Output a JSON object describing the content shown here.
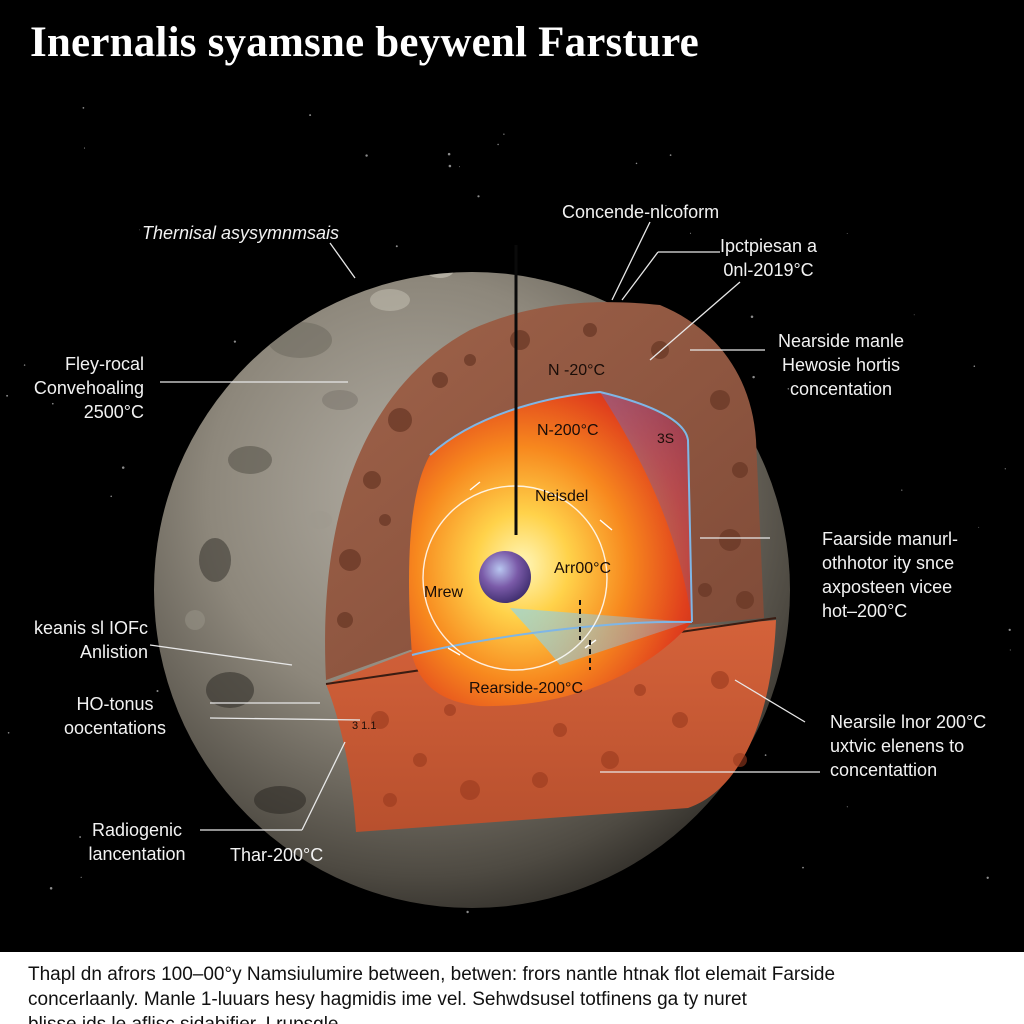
{
  "title": "Inernalis  syamsne beywenl Farsture",
  "labels": {
    "thermal_asym": "Thernisal asysymnmsais",
    "concentration_top": "Concende-nlcoform",
    "top_right": [
      "Ipctpiesan a",
      "0nl-2019°C"
    ],
    "nearside_mantle": [
      "Nearside manle",
      "Hewosie hortis",
      "concentation"
    ],
    "fley_rocal": [
      "Fley-rocal",
      "Convehoaling",
      "2500°C"
    ],
    "farside_mantle": [
      "Faarside manurl-",
      "othhotor ity snce",
      "axposteen vicee",
      "hot–200°C"
    ],
    "keanis": [
      "keanis sl IOFc",
      "Anlistion"
    ],
    "ho_concentrations": [
      "HO-tonus",
      "oocentations"
    ],
    "nearside_inor": [
      "Nearsile lnor 200°C",
      "uxtvic elenens to",
      "concentattion"
    ],
    "radiogenic": [
      "Radiogenic",
      "lancentation"
    ],
    "thar": "Thar-200°C"
  },
  "inner_labels": {
    "n_20": "N -20°C",
    "n_200": "N-200°C",
    "three_s": "3S",
    "nesidel": "Neisdel",
    "mrew": "Mrew",
    "arr": "Arr00°C",
    "rearside": "Rearside-200°C",
    "small": "3 1.1"
  },
  "caption_lines": [
    "Thapl dn afrors 100–00°y Namsiulumire between, betwen: frors nantle htnak flot elemait Farside",
    "concerlaanly. Manle 1-luuars hesy hagmidis ime vel. Sehwdsusel totfinens ga ty nuret",
    "blisse ids le aflisc sidabifier. Lrupsgle"
  ]
}
